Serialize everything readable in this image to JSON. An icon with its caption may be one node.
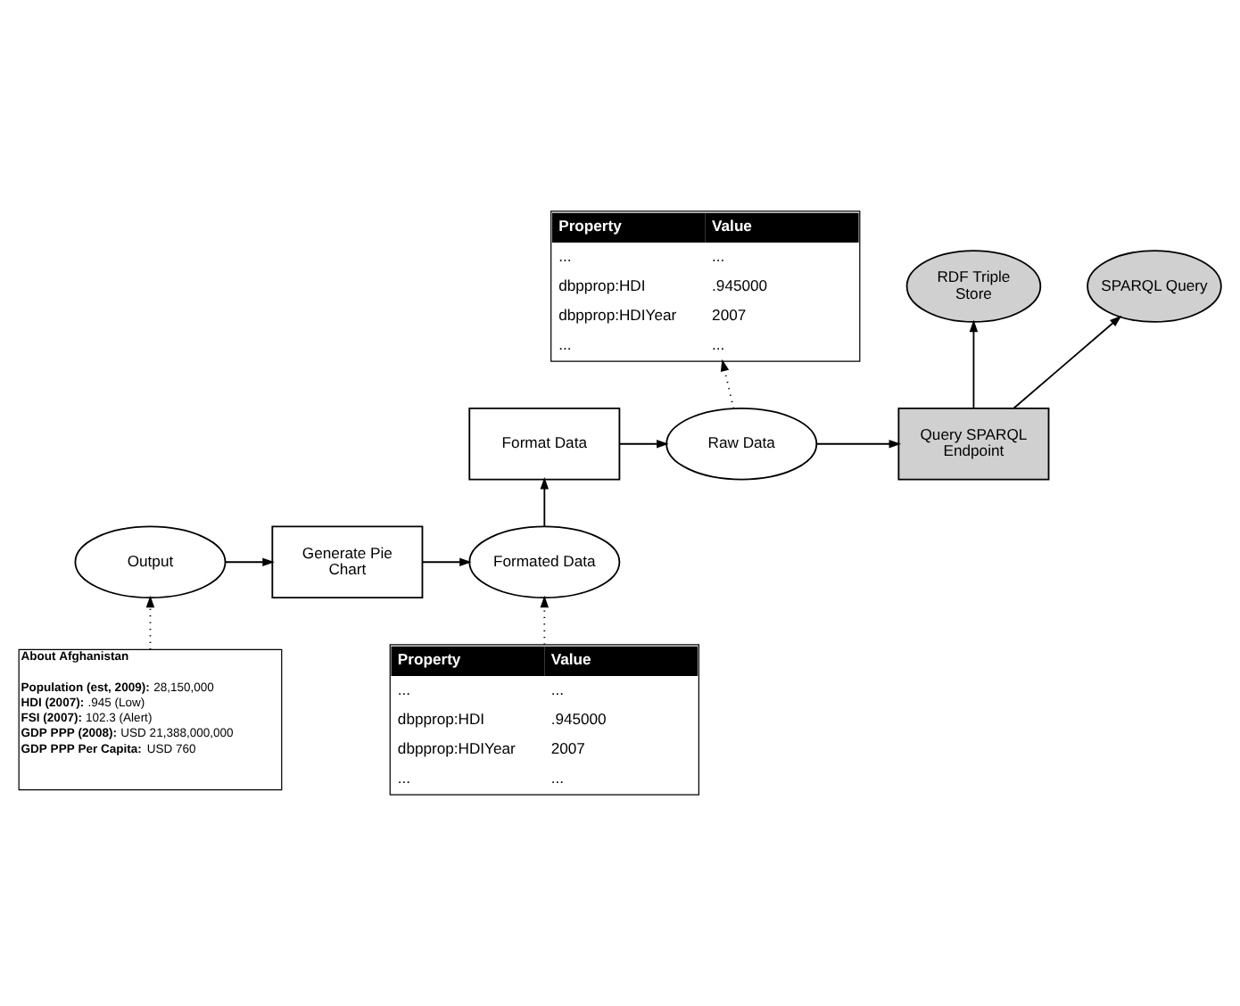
{
  "diagram": {
    "nodes": [
      {
        "text": [
          "Property",
          "Value",
          "...",
          "...",
          "dbpprop:HDI",
          ".945000",
          "dbpprop:HDIYear",
          "2007",
          "...",
          "..."
        ]
      },
      {
        "text": [
          "SPARQL Query"
        ]
      },
      {
        "text": [
          "RDF Triple Store"
        ]
      },
      {
        "text": [
          "Format Data"
        ]
      },
      {
        "text": [
          "Raw Data"
        ]
      },
      {
        "text": [
          "Query SPARQL Endpoint"
        ]
      },
      {
        "text": [
          "Formated Data"
        ]
      },
      {
        "text": [
          "Generate Pie Chart"
        ]
      },
      {
        "text": [
          "Output"
        ]
      },
      {
        "text": [
          "Property",
          "Value",
          "...",
          "...",
          "dbpprop:HDI",
          ".945000",
          "dbpprop:HDIYear",
          "2007",
          "...",
          "..."
        ]
      },
      {
        "text": [
          "**About Afghanistan**",
          "**Population (est, 2009):** 28,150,000",
          "**HDI (2007):** .945 (Low)",
          "**FSI (2007):** 102.3 (Alert)",
          "**GDP PPP (2008):** USD 21,388,000,000",
          "**GDP PPP Per Capita:** USD 760"
        ]
      }
    ],
    "edges": [
      {
        "from": 5,
        "to": 1,
        "arrow": "to"
      },
      {
        "from": 5,
        "to": 2,
        "arrow": "to"
      },
      {
        "from": 4,
        "to": 0,
        "arrow": "to",
        "style": "dashed"
      },
      {
        "from": 3,
        "to": 4,
        "arrow": "to"
      },
      {
        "from": 4,
        "to": 5,
        "arrow": "to"
      },
      {
        "from": 6,
        "to": 3,
        "arrow": "to"
      },
      {
        "from": 7,
        "to": 6,
        "arrow": "to"
      },
      {
        "from": 8,
        "to": 7,
        "arrow": "to"
      },
      {
        "from": 9,
        "to": 6,
        "arrow": "to",
        "style": "dashed"
      },
      {
        "from": 10,
        "to": 8,
        "arrow": "to",
        "style": "dashed"
      }
    ]
  }
}
